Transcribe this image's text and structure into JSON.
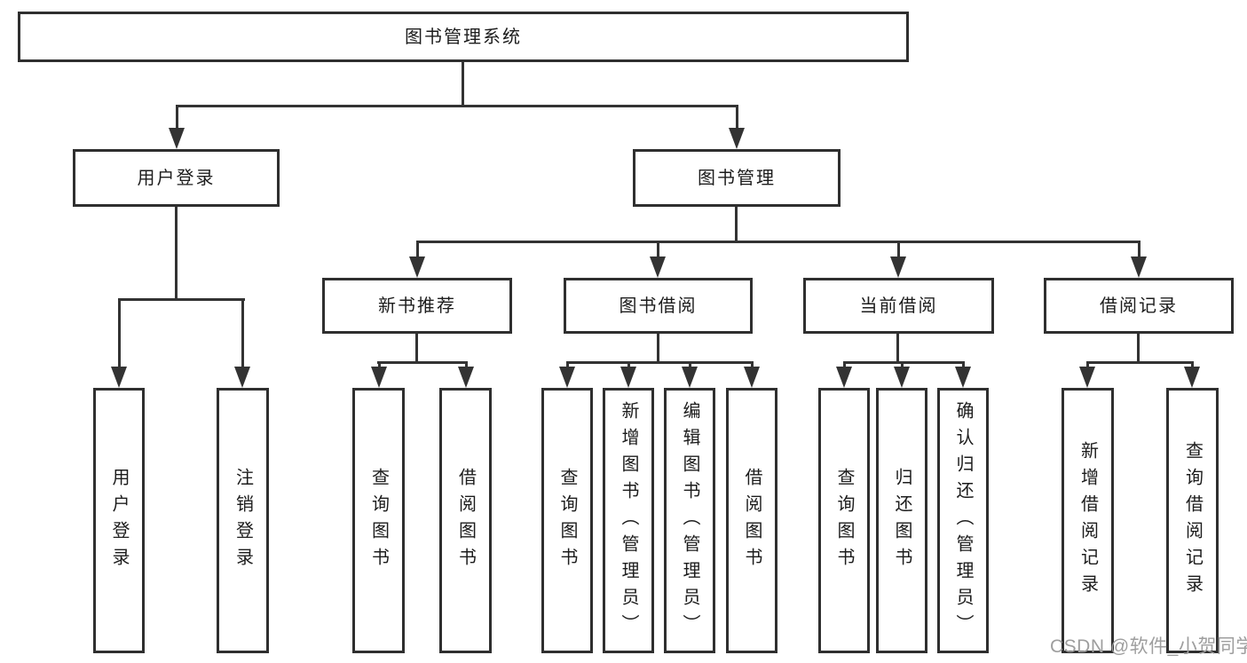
{
  "diagram": {
    "title": "图书管理系统",
    "colors": {
      "line": "#333333",
      "box_border": "#2f2f2f",
      "box_bg": "#ffffff",
      "text": "#1c1c1c",
      "watermark": "#9e9e9e",
      "background": "#ffffff"
    },
    "nodes": {
      "root": {
        "label": "图书管理系统"
      },
      "user_login": {
        "label": "用户登录"
      },
      "book_mgmt": {
        "label": "图书管理"
      },
      "new_book_rec": {
        "label": "新书推荐"
      },
      "book_borrow": {
        "label": "图书借阅"
      },
      "current_borrow": {
        "label": "当前借阅"
      },
      "borrow_records": {
        "label": "借阅记录"
      },
      "leaf_user_login": {
        "label": "用户登录"
      },
      "leaf_logout": {
        "label": "注销登录"
      },
      "leaf_rec_query": {
        "label": "查询图书"
      },
      "leaf_rec_borrow": {
        "label": "借阅图书"
      },
      "leaf_bb_query": {
        "label": "查询图书"
      },
      "leaf_bb_add": {
        "label": "新增图书（管理员）"
      },
      "leaf_bb_edit": {
        "label": "编辑图书（管理员）"
      },
      "leaf_bb_borrow": {
        "label": "借阅图书"
      },
      "leaf_cb_query": {
        "label": "查询图书"
      },
      "leaf_cb_return": {
        "label": "归还图书"
      },
      "leaf_cb_confirm": {
        "label": "确认归还（管理员）"
      },
      "leaf_br_add": {
        "label": "新增借阅记录"
      },
      "leaf_br_query": {
        "label": "查询借阅记录"
      }
    },
    "watermark": "CSDN @软件_小贺同学"
  }
}
